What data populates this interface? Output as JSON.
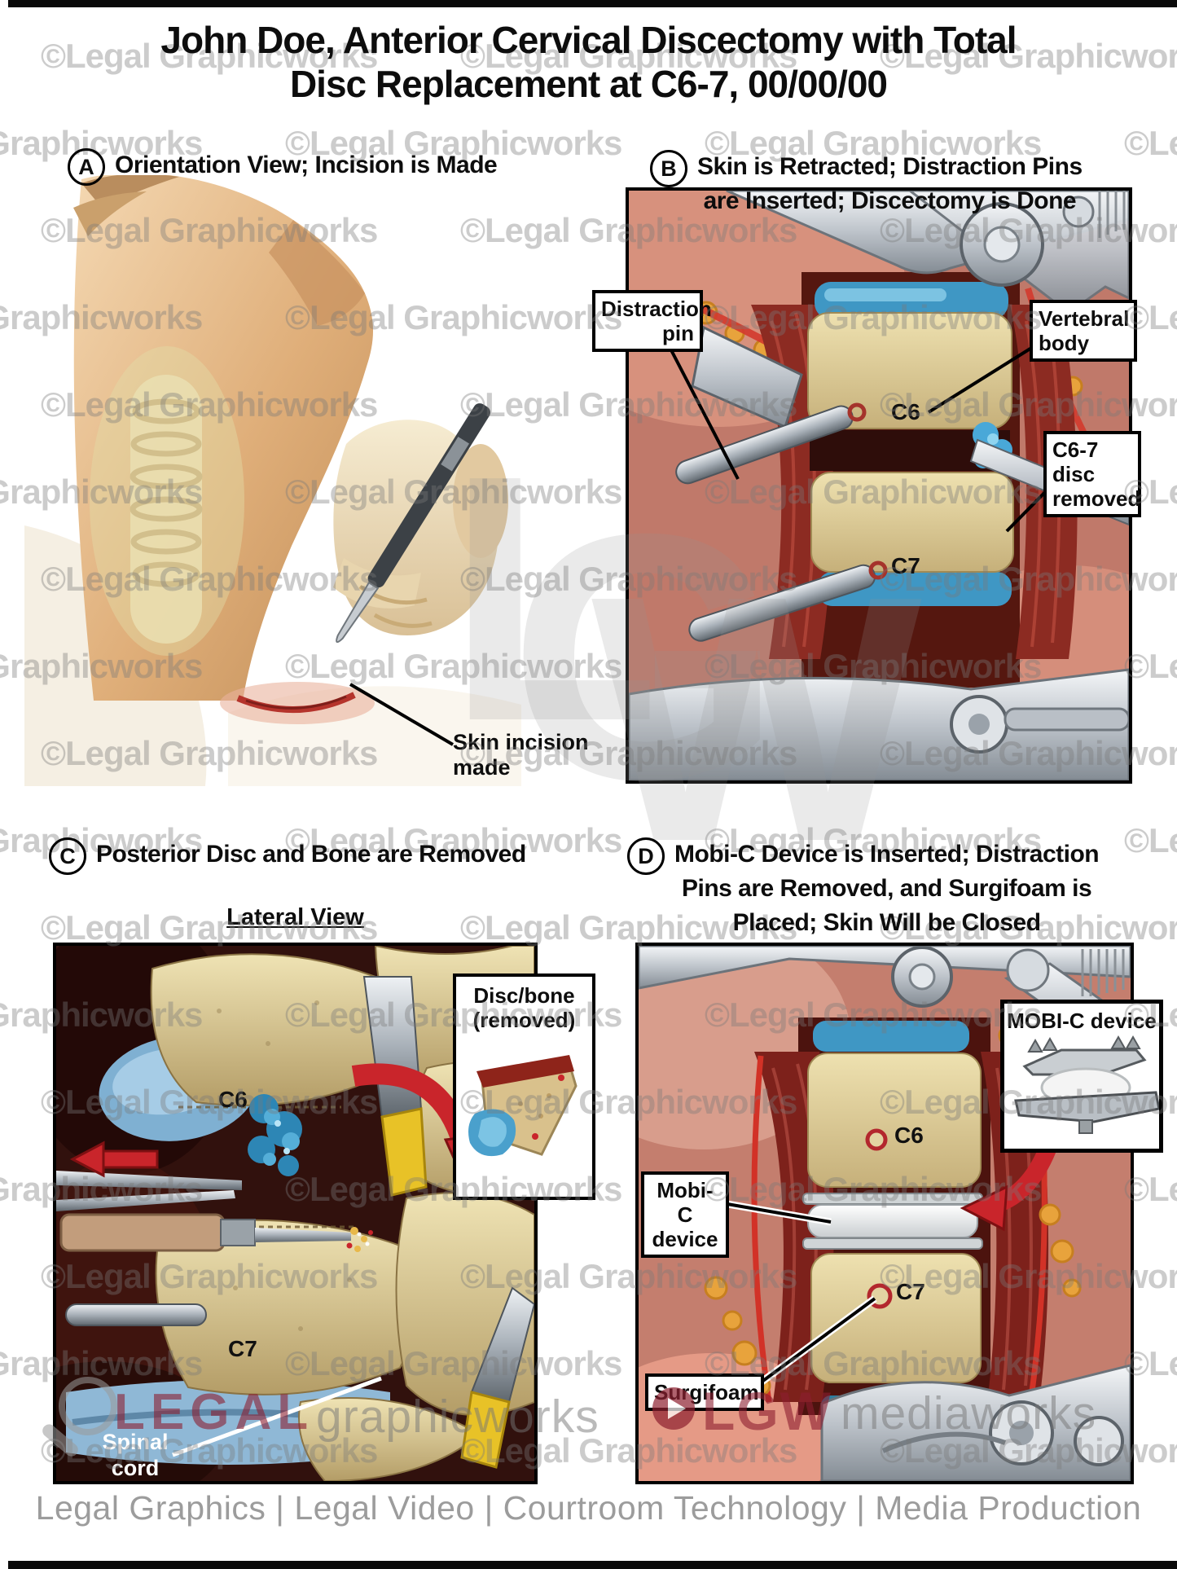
{
  "title": {
    "line1": "John Doe, Anterior Cervical Discectomy with Total",
    "line2": "Disc Replacement at C6-7, 00/00/00"
  },
  "panel_a": {
    "letter": "A",
    "heading": "Orientation View; Incision is Made",
    "labels": {
      "skin_incision": [
        "Skin incision",
        "made"
      ]
    }
  },
  "panel_b": {
    "letter": "B",
    "heading": [
      "Skin is Retracted; Distraction Pins",
      "are Inserted; Discectomy is Done"
    ],
    "labels": {
      "distraction_pin": [
        "Distraction",
        "pin"
      ],
      "vertebral_body": [
        "Vertebral",
        "body"
      ],
      "c6": "C6",
      "c7": "C7",
      "disc_removed": [
        "C6-7 disc",
        "removed"
      ]
    }
  },
  "panel_c": {
    "letter": "C",
    "heading": "Posterior Disc and Bone are Removed",
    "view_label": "Lateral View",
    "labels": {
      "c6": "C6",
      "c7": "C7",
      "disc_bone": [
        "Disc/bone",
        "(removed)"
      ],
      "spinal_cord": [
        "Spinal",
        "cord"
      ]
    }
  },
  "panel_d": {
    "letter": "D",
    "heading": [
      "Mobi-C Device is Inserted; Distraction",
      "Pins are Removed, and Surgifoam is",
      "Placed; Skin Will be Closed"
    ],
    "labels": {
      "inset_device": "MOBI-C device",
      "mobic": [
        "Mobi-C",
        "device"
      ],
      "c6": "C6",
      "c7": "C7",
      "surgifoam": "Surgifoam"
    }
  },
  "watermarks": {
    "tile": "©Legal Graphicworks",
    "big": [
      "L",
      "G",
      "W"
    ],
    "bottom_left": {
      "legal": "LEGAL",
      "works": "graphicworks"
    },
    "bottom_right": {
      "lgw": "LGW",
      "works": "mediaworks"
    }
  },
  "footer": {
    "text": "Legal Graphics | Legal Video | Courtroom Technology | Media Production"
  },
  "colors": {
    "arrow_red": "#c9252b",
    "legal_red": "#8e2030",
    "watermark_gray": "#7a7a7a",
    "label_border": "#000000",
    "bone_tan": "#e0cf9a",
    "disc_blue": "#3f97c4"
  }
}
